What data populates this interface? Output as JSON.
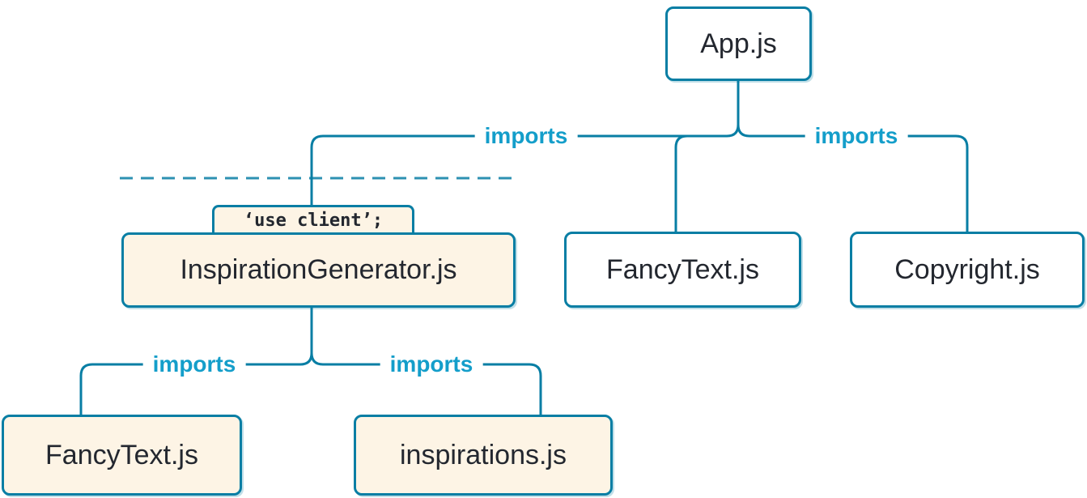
{
  "diagram": {
    "description": "Module dependency tree with a client boundary",
    "nodes": [
      {
        "id": "app",
        "label": "App.js",
        "type": "server"
      },
      {
        "id": "inspiration-generator",
        "label": "InspirationGenerator.js",
        "type": "client",
        "directive": "‘use client’;"
      },
      {
        "id": "fancy-text-top",
        "label": "FancyText.js",
        "type": "server"
      },
      {
        "id": "copyright",
        "label": "Copyright.js",
        "type": "server"
      },
      {
        "id": "fancy-text-bottom",
        "label": "FancyText.js",
        "type": "client"
      },
      {
        "id": "inspirations",
        "label": "inspirations.js",
        "type": "client"
      }
    ],
    "edges": [
      {
        "from": "App.js",
        "to": "InspirationGenerator.js",
        "label": "imports"
      },
      {
        "from": "App.js",
        "to": "FancyText.js"
      },
      {
        "from": "App.js",
        "to": "Copyright.js",
        "label": "imports"
      },
      {
        "from": "InspirationGenerator.js",
        "to": "FancyText.js",
        "label": "imports"
      },
      {
        "from": "InspirationGenerator.js",
        "to": "inspirations.js",
        "label": "imports"
      }
    ],
    "colors": {
      "line": "#087ea4",
      "edge_label": "#149eca",
      "client_bg": "#fdf4e5",
      "server_bg": "#ffffff",
      "text": "#23272f"
    }
  }
}
